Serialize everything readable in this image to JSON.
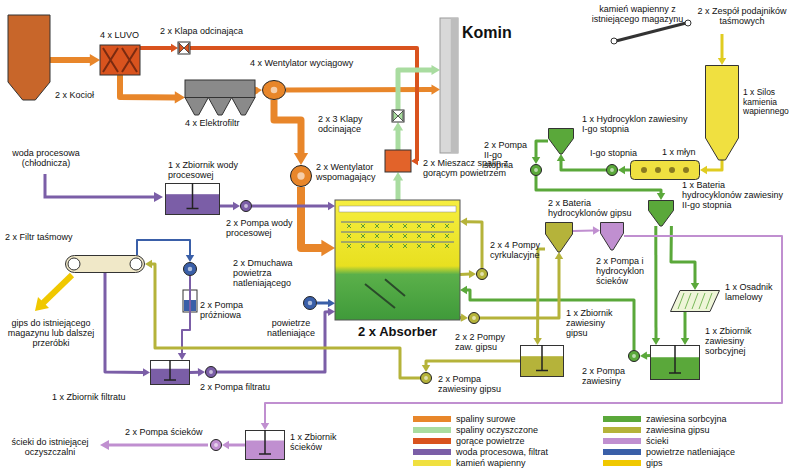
{
  "diagram": {
    "nodes": [
      {
        "text": [
          "2 x Kocioł"
        ]
      },
      {
        "text": [
          "4 x LUVO"
        ]
      },
      {
        "text": [
          "2 x Klapa odcinająca"
        ]
      },
      {
        "text": [
          "4 x Elektrofiltr"
        ]
      },
      {
        "text": [
          "4 x Wentylator wyciągowy"
        ]
      },
      {
        "text": [
          "Komin"
        ]
      },
      {
        "text": [
          "2 x 3 Klapy odcinające"
        ]
      },
      {
        "text": [
          "2 x Mieszacz spalin z gorącym powietrzem"
        ]
      },
      {
        "text": [
          "2 x Wentylator wspomagający"
        ]
      },
      {
        "text": [
          "1 x Zbiornik wody procesowej"
        ]
      },
      {
        "text": [
          "2 x Pompa wody procesowej"
        ]
      },
      {
        "text": [
          "2 x Absorber"
        ]
      },
      {
        "text": [
          "2 x Filtr taśmowy"
        ]
      },
      {
        "text": [
          "2 x Dmuchawa powietrza natleniającego"
        ]
      },
      {
        "text": [
          "2 x Pompa próżniowa"
        ]
      },
      {
        "text": [
          "1 x Zbiornik filtratu"
        ]
      },
      {
        "text": [
          "2 x Pompa filtratu"
        ]
      },
      {
        "text": [
          "2 x Pompa ścieków"
        ]
      },
      {
        "text": [
          "1 x Zbiornik ścieków"
        ]
      },
      {
        "text": [
          "2 x Zespół podajników taśmowych"
        ]
      },
      {
        "text": [
          "1 x Silos kamienia wapiennego"
        ]
      },
      {
        "text": [
          "1 x Hydrocyklon zawiesiny I-go stopnia"
        ]
      },
      {
        "text": [
          "2 x Pompa II-go stopnia"
        ]
      },
      {
        "text": [
          "I-go stopnia"
        ]
      },
      {
        "text": [
          "1 x młyn"
        ]
      },
      {
        "text": [
          "1 x Bateria hydrocyklonów zawiesiny II-go stopnia"
        ]
      },
      {
        "text": [
          "2 x Bateria hydrocyklonów gipsu"
        ]
      },
      {
        "text": [
          "2 x Pompa i hydrocyklon ścieków"
        ]
      },
      {
        "text": [
          "2 x 4 Pompy cyrkulacyjne"
        ]
      },
      {
        "text": [
          "1 x Osadnik lamelowy"
        ]
      },
      {
        "text": [
          "2 x 2 Pompy zaw. gipsu"
        ]
      },
      {
        "text": [
          "1 x Zbiornik zawiesiny gipsu"
        ]
      },
      {
        "text": [
          "1 x Zbiornik zawiesiny sorbcyjnej"
        ]
      },
      {
        "text": [
          "2 x Pompa zawiesiny"
        ]
      },
      {
        "text": [
          "2 x Pompa zawiesiny gipsu"
        ]
      }
    ],
    "edges": [
      {
        "from": 0,
        "to": 1,
        "arrow": "to"
      },
      {
        "from": 1,
        "to": 3,
        "arrow": "to"
      },
      {
        "from": 3,
        "to": 4,
        "arrow": "to"
      },
      {
        "from": 4,
        "to": 5,
        "arrow": "to"
      },
      {
        "from": 4,
        "to": 8,
        "arrow": "to"
      },
      {
        "from": 8,
        "to": 11,
        "arrow": "to"
      },
      {
        "from": 1,
        "to": 2,
        "arrow": "to"
      },
      {
        "from": 2,
        "to": 7,
        "arrow": "to"
      },
      {
        "from": 11,
        "to": 7,
        "arrow": "to"
      },
      {
        "from": 7,
        "to": 6,
        "arrow": "to"
      },
      {
        "from": 6,
        "to": 5,
        "arrow": "to"
      },
      {
        "from": 9,
        "to": 10,
        "arrow": "to"
      },
      {
        "from": 10,
        "to": 11,
        "arrow": "to"
      },
      {
        "from": 12,
        "to": 14,
        "arrow": "to"
      },
      {
        "from": 14,
        "to": 15,
        "arrow": "to"
      },
      {
        "from": 12,
        "to": 15,
        "arrow": "to"
      },
      {
        "from": 15,
        "to": 16,
        "arrow": "to"
      },
      {
        "from": 16,
        "to": 11,
        "arrow": "to"
      },
      {
        "from": 13,
        "to": 11,
        "arrow": "to"
      },
      {
        "from": 18,
        "to": 17,
        "arrow": "to"
      },
      {
        "from": 19,
        "to": 20,
        "arrow": "to"
      },
      {
        "from": 20,
        "to": 24,
        "arrow": "to"
      },
      {
        "from": 24,
        "to": 23,
        "arrow": "to"
      },
      {
        "from": 23,
        "to": 21,
        "arrow": "to"
      },
      {
        "from": 21,
        "to": 22,
        "arrow": "to"
      },
      {
        "from": 22,
        "to": 25,
        "arrow": "to"
      },
      {
        "from": 25,
        "to": 32,
        "arrow": "to"
      },
      {
        "from": 25,
        "to": 29,
        "arrow": "to"
      },
      {
        "from": 29,
        "to": 32,
        "arrow": "to"
      },
      {
        "from": 32,
        "to": 33,
        "arrow": "to"
      },
      {
        "from": 33,
        "to": 11,
        "arrow": "to"
      },
      {
        "from": 11,
        "to": 28,
        "arrow": "to"
      },
      {
        "from": 28,
        "to": 11,
        "arrow": "to"
      },
      {
        "from": 11,
        "to": 30,
        "arrow": "to"
      },
      {
        "from": 30,
        "to": 26,
        "arrow": "to"
      },
      {
        "from": 26,
        "to": 31,
        "arrow": "to"
      },
      {
        "from": 26,
        "to": 27,
        "arrow": "to"
      },
      {
        "from": 27,
        "to": 18,
        "arrow": "to"
      },
      {
        "from": 31,
        "to": 34,
        "arrow": "to"
      },
      {
        "from": 34,
        "to": 12,
        "arrow": "to"
      }
    ],
    "labels": [
      "woda procesowa (chłodnicza)",
      "gips do istniejącego magazynu lub dalszej przeróbki",
      "powietrze natleniające",
      "ścieki do istniejącej oczyszczalni",
      "kamień wapienny z istniejącego magazynu"
    ],
    "legend": [
      {
        "text": "spaliny surowe",
        "color": "#e8862a"
      },
      {
        "text": "spaliny oczyszczone",
        "color": "#a9dca0"
      },
      {
        "text": "gorące powietrze",
        "color": "#d9531e"
      },
      {
        "text": "woda procesowa, filtrat",
        "color": "#7b5ea7"
      },
      {
        "text": "kamień wapienny",
        "color": "#f0e040"
      },
      {
        "text": "zawiesina sorbcyjna",
        "color": "#5aa83a"
      },
      {
        "text": "zawiesina gipsu",
        "color": "#b5b33a"
      },
      {
        "text": "ścieki",
        "color": "#c08fd0"
      },
      {
        "text": "powietrze natleniające",
        "color": "#3a5fa8"
      },
      {
        "text": "gips",
        "color": "#f0c800"
      }
    ]
  }
}
